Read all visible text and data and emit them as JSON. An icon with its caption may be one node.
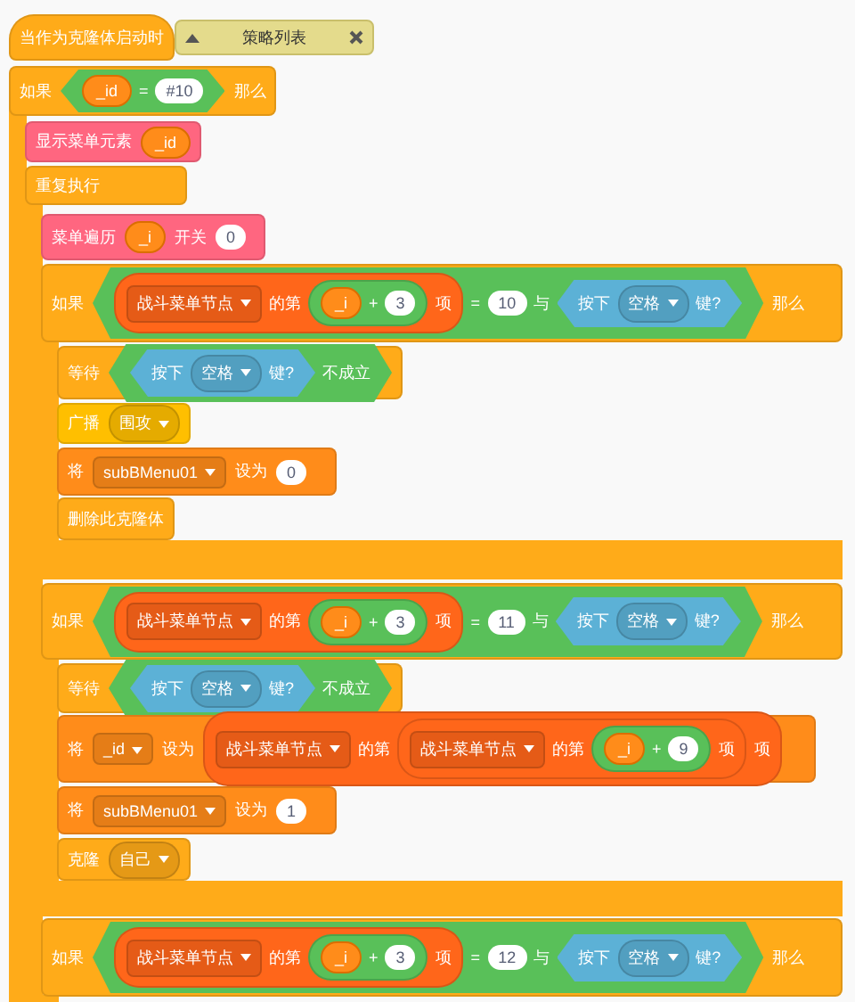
{
  "diagram": {
    "labels": [
      "当作为克隆体启动时",
      "策略列表",
      "如果",
      "_id",
      "=",
      "#10",
      "那么",
      "显示菜单元素",
      "_id",
      "重复执行",
      "菜单遍历",
      "_i",
      "开关",
      "0",
      "如果",
      "战斗菜单节点",
      "的第",
      "_i",
      "+",
      "3",
      "项",
      "=",
      "10",
      "与",
      "按下",
      "空格",
      "键?",
      "那么",
      "等待",
      "按下",
      "空格",
      "键?",
      "不成立",
      "广播",
      "围攻",
      "将",
      "subBMenu01",
      "设为",
      "0",
      "删除此克隆体",
      "如果",
      "战斗菜单节点",
      "的第",
      "_i",
      "+",
      "3",
      "项",
      "=",
      "11",
      "与",
      "按下",
      "空格",
      "键?",
      "那么",
      "等待",
      "按下",
      "空格",
      "键?",
      "不成立",
      "将",
      "_id",
      "设为",
      "战斗菜单节点",
      "的第",
      "战斗菜单节点",
      "的第",
      "_i",
      "+",
      "9",
      "项",
      "项",
      "将",
      "subBMenu01",
      "设为",
      "1",
      "克隆",
      "自己",
      "如果",
      "战斗菜单节点",
      "的第",
      "_i",
      "+",
      "3",
      "项",
      "=",
      "12",
      "与",
      "按下",
      "空格",
      "键?",
      "那么"
    ]
  }
}
